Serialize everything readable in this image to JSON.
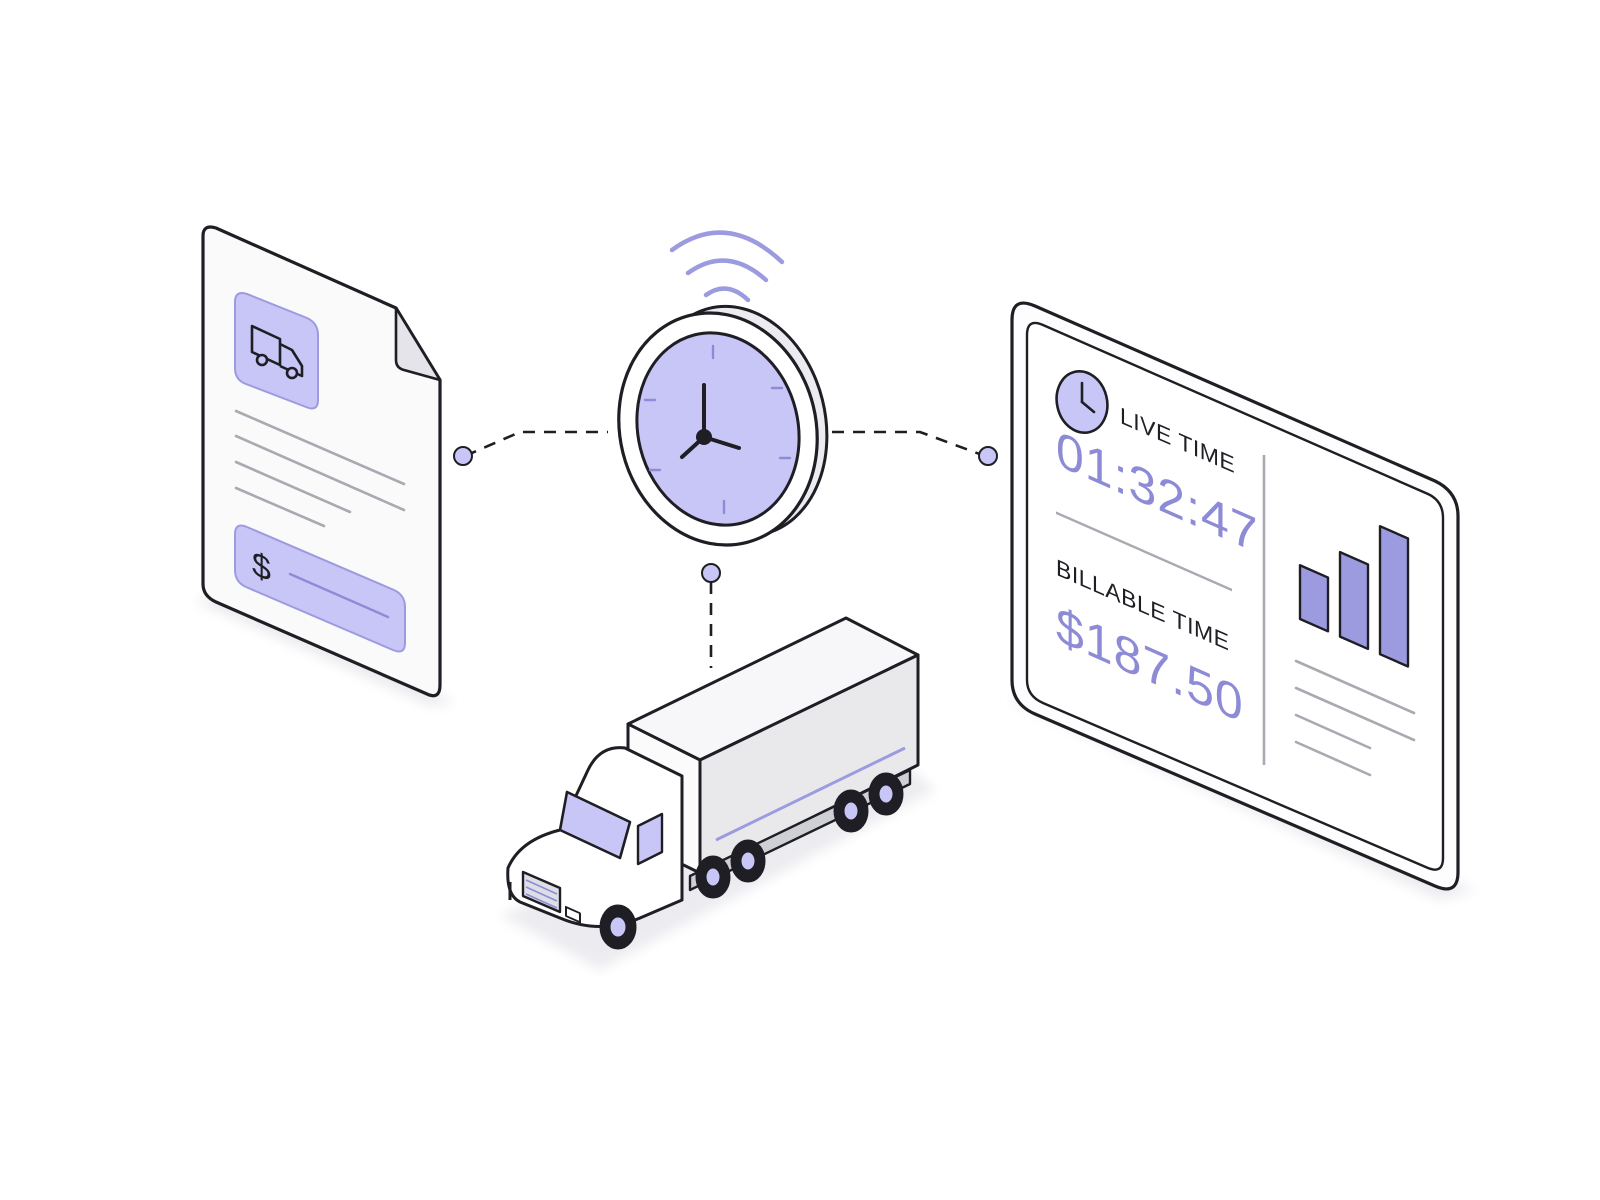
{
  "colors": {
    "accent": "#9d9be0",
    "accent_fill": "#c8c6f6",
    "accent_text": "#8d8bd6",
    "outline": "#1e1e24",
    "line_gray": "#a9a9b1",
    "background": "#ffffff"
  },
  "dashboard": {
    "live_label": "LIVE TIME",
    "live_value": "01:32:47",
    "billable_label": "BILLABLE TIME",
    "billable_value": "$187.50",
    "bars": [
      0.42,
      0.66,
      1.0
    ]
  },
  "invoice": {
    "currency_symbol": "$"
  },
  "icons": [
    "document-icon",
    "truck-icon",
    "clock-icon",
    "signal-icon",
    "dashboard-icon",
    "bar-chart-icon"
  ]
}
